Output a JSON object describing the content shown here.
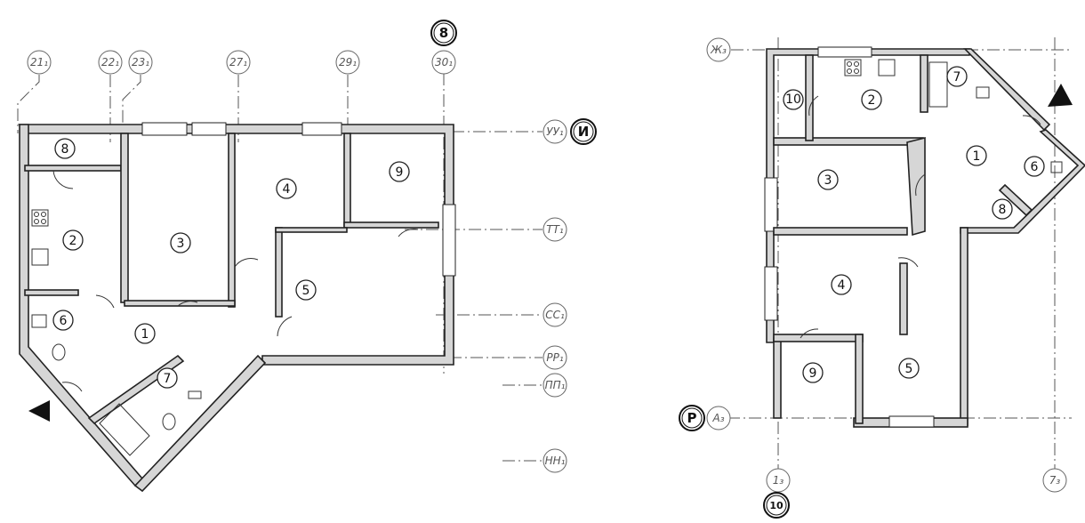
{
  "left_plan": {
    "section_marker": "8",
    "block_label": "И",
    "column_axes": [
      "21₁",
      "22₁",
      "23₁",
      "27₁",
      "29₁",
      "30₁"
    ],
    "row_axes": [
      "УУ₁",
      "ТТ₁",
      "СС₁",
      "РР₁",
      "ПП₁",
      "НН₁"
    ],
    "rooms": [
      "1",
      "2",
      "3",
      "4",
      "5",
      "6",
      "7",
      "8",
      "9"
    ]
  },
  "right_plan": {
    "section_marker": "10",
    "block_label": "Р",
    "column_axes": [
      "1₃",
      "7₃"
    ],
    "row_axes": [
      "Ж₃",
      "А₃"
    ],
    "rooms": [
      "1",
      "2",
      "3",
      "4",
      "5",
      "6",
      "7",
      "8",
      "9",
      "10"
    ]
  }
}
